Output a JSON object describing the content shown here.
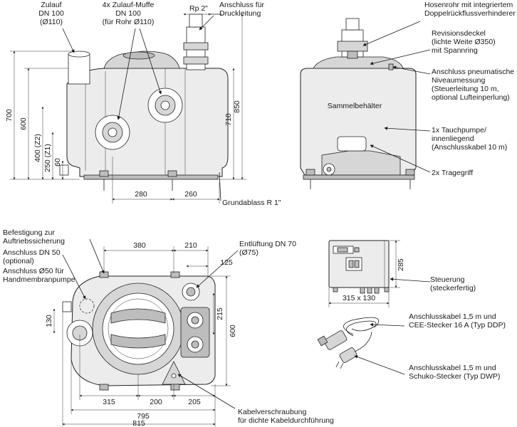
{
  "front_view": {
    "labels": {
      "zulauf": [
        "Zulauf",
        "DN 100",
        "(Ø110)"
      ],
      "muffe": [
        "4x Zulauf-Muffe",
        "DN 100",
        "(für Rohr Ø110)"
      ],
      "rp": "Rp 2\"",
      "druck": [
        "Anschluss für",
        "Druckleitung"
      ],
      "grundablass": "Grundablass R 1\""
    },
    "dims": {
      "h700": "700",
      "h600": "600",
      "h400": "400 (Z2)",
      "h250": "250 (Z1)",
      "h60": "60",
      "h710": "710",
      "h850": "850",
      "w280": "280",
      "w260": "260"
    }
  },
  "side_view": {
    "labels": {
      "hosenrohr": [
        "Hosenrohr mit integriertem",
        "Doppelrückflussverhinderer"
      ],
      "revision": [
        "Revisionsdeckel",
        "(lichte Weite Ø350)",
        "mit Spannring"
      ],
      "pneumatik": [
        "Anschluss pneumatische",
        "Niveaumessung",
        "(Steuerleitung 10 m,",
        "optional Lufteinperlung)"
      ],
      "sammel": "Sammelbehälter",
      "pumpe": [
        "1x Tauchpumpe/",
        "innenliegend",
        "(Anschlusskabel 10 m)"
      ],
      "tragegriff": "2x Tragegriff"
    }
  },
  "top_view": {
    "labels": {
      "befestigung": [
        "Befestigung zur",
        "Auftriebssicherung"
      ],
      "dn50": [
        "Anschluss DN 50",
        "(optional)"
      ],
      "hand": [
        "Anschluss Ø50 für",
        "Handmembranpumpe"
      ],
      "entlueftung": [
        "Entlüftung DN 70",
        "(Ø75)"
      ],
      "kabel": [
        "Kabelverschraubung",
        "für dichte Kabeldurchführung"
      ]
    },
    "dims": {
      "w380": "380",
      "w210": "210",
      "w125": "125",
      "h130": "130",
      "h215": "215",
      "h600": "600",
      "w315": "315",
      "w200": "200",
      "w205": "205",
      "w795": "795",
      "w815": "815"
    }
  },
  "control": {
    "labels": {
      "steuerung": [
        "Steuerung",
        "(steckerfertig)"
      ],
      "ddp": [
        "Anschlusskabel 1,5 m und",
        "CEE-Stecker 16 A (Typ DDP)"
      ],
      "dwp": [
        "Anschlusskabel 1,5 m und",
        "Schuko-Stecker (Typ DWP)"
      ]
    },
    "dims": {
      "h285": "285",
      "w315x130": "315 x 130"
    }
  }
}
